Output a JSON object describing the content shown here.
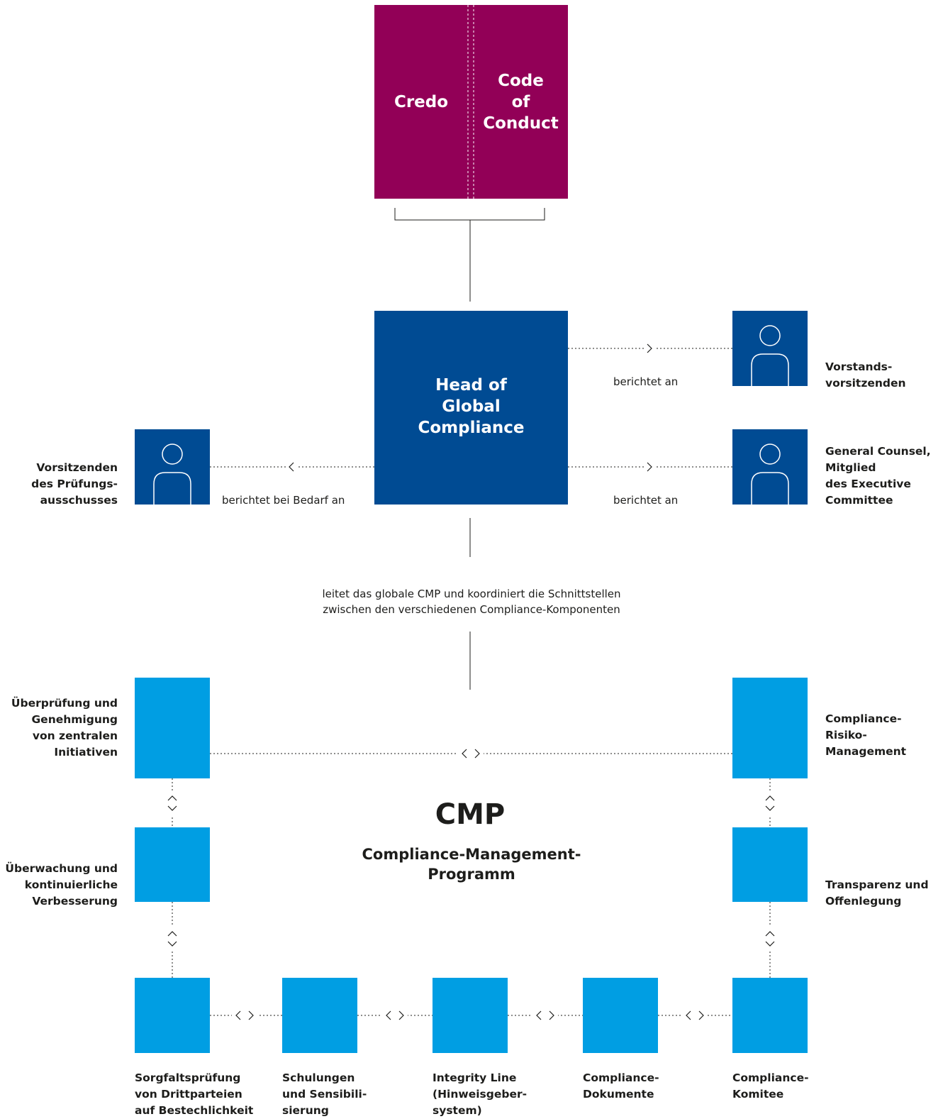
{
  "top": {
    "left_label": "Credo",
    "right_lines": [
      "Code",
      "of",
      "Conduct"
    ]
  },
  "head": {
    "lines": [
      "Head of",
      "Global",
      "Compliance"
    ]
  },
  "reports": {
    "ceo": {
      "label_lines": [
        "Vorstands-",
        "vorsitzenden"
      ],
      "relation": "berichtet an",
      "icon": "person-icon"
    },
    "counsel": {
      "label_lines": [
        "General Counsel,",
        "Mitglied",
        "des Executive",
        "Committee"
      ],
      "relation": "berichtet an",
      "icon": "person-icon"
    },
    "audit": {
      "label_lines": [
        "Vorsitzenden",
        "des Prüfungs-",
        "ausschusses"
      ],
      "relation": "berichtet bei Bedarf an",
      "icon": "person-icon"
    }
  },
  "lead_text": [
    "leitet das globale CMP und koordiniert die Schnittstellen",
    "zwischen den verschiedenen Compliance-Komponenten"
  ],
  "center": {
    "title": "CMP",
    "subtitle_lines": [
      "Compliance-Management-",
      "Programm"
    ]
  },
  "components": {
    "review": [
      "Überprüfung und",
      "Genehmigung",
      "von zentralen",
      "Initiativen"
    ],
    "risk": [
      "Compliance-",
      "Risiko-",
      "Management"
    ],
    "monitoring": [
      "Überwachung und",
      "kontinuierliche",
      "Verbesserung"
    ],
    "transparency": [
      "Transparenz und",
      "Offenlegung"
    ],
    "due_diligence": [
      "Sorgfaltsprüfung",
      "von Drittparteien",
      "auf Bestechlichkeit"
    ],
    "training": [
      "Schulungen",
      "und Sensibili-",
      "sierung"
    ],
    "integrity": [
      "Integrity Line",
      "(Hinweisgeber-",
      "system)"
    ],
    "documents": [
      "Compliance-",
      "Dokumente"
    ],
    "committee": [
      "Compliance-",
      "Komitee"
    ]
  },
  "colors": {
    "purple": "#920057",
    "navy": "#004b93",
    "cyan": "#009ee3"
  }
}
